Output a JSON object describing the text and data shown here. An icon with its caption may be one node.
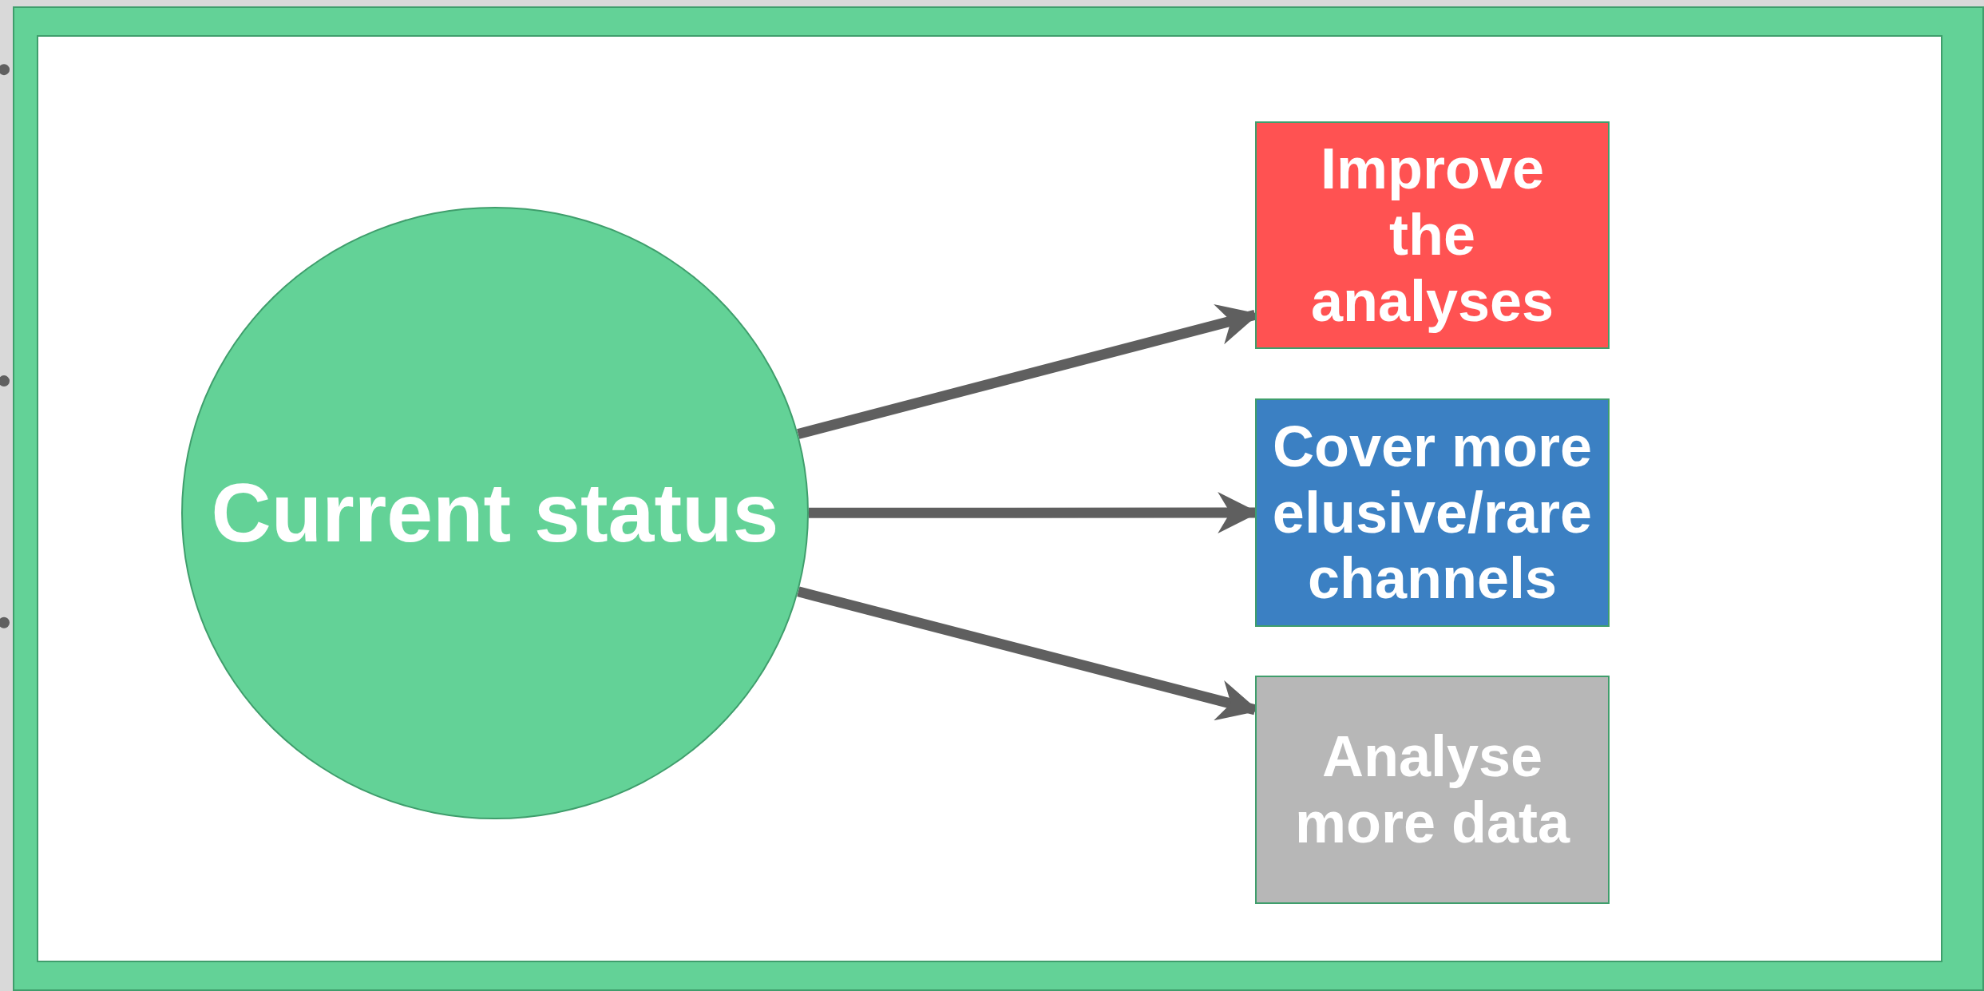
{
  "diagram": {
    "nodes": [
      {
        "text": [
          "Current status"
        ]
      },
      {
        "text": [
          "Improve the analyses"
        ]
      },
      {
        "text": [
          "Cover more elusive/rare channels"
        ]
      },
      {
        "text": [
          "Analyse more data"
        ]
      }
    ],
    "edges": [
      {
        "from": 0,
        "to": 1,
        "arrow": "to"
      },
      {
        "from": 0,
        "to": 2,
        "arrow": "to"
      },
      {
        "from": 0,
        "to": 3,
        "arrow": "to"
      }
    ]
  }
}
